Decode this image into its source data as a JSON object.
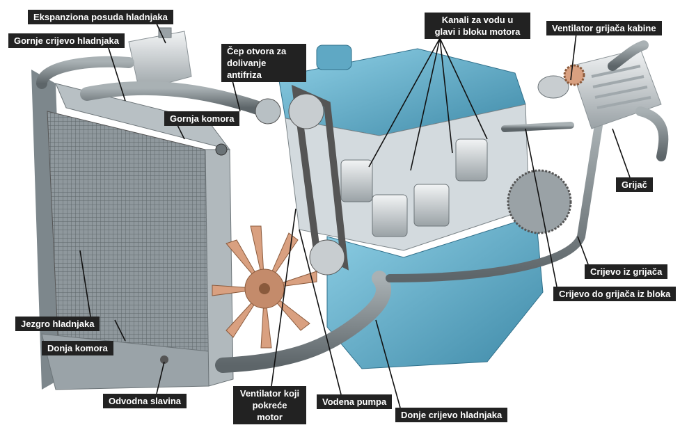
{
  "labels": {
    "expansion_tank": "Ekspanziona posuda hladnjaka",
    "upper_hose": "Gornje crijevo hladnjaka",
    "filler_cap_line1": "Čep otvora za",
    "filler_cap_line2": "dolivanje antifriza",
    "coolant_channels_line1": "Kanali za vodu u",
    "coolant_channels_line2": "glavi i bloku motora",
    "heater_fan": "Ventilator grijača kabine",
    "upper_tank": "Gornja komora",
    "heater": "Grijač",
    "hose_from_heater": "Crijevo iz grijača",
    "hose_to_heater": "Crijevo do grijača iz bloka",
    "radiator_core": "Jezgro hladnjaka",
    "lower_tank": "Donja komora",
    "drain_tap": "Odvodna slavina",
    "engine_fan_line1": "Ventilator koji",
    "engine_fan_line2": "pokreće motor",
    "water_pump": "Vodena pumpa",
    "lower_hose": "Donje crijevo hladnjaka"
  },
  "colors": {
    "label_bg": "#222222",
    "label_text": "#ffffff",
    "engine_blue": "#5fa8c4",
    "engine_dark": "#2f6f8a",
    "radiator_grey": "#9aa3a8",
    "hose_grey": "#7f878b",
    "fan_copper": "#d9a080",
    "steel": "#c8cdd0"
  }
}
